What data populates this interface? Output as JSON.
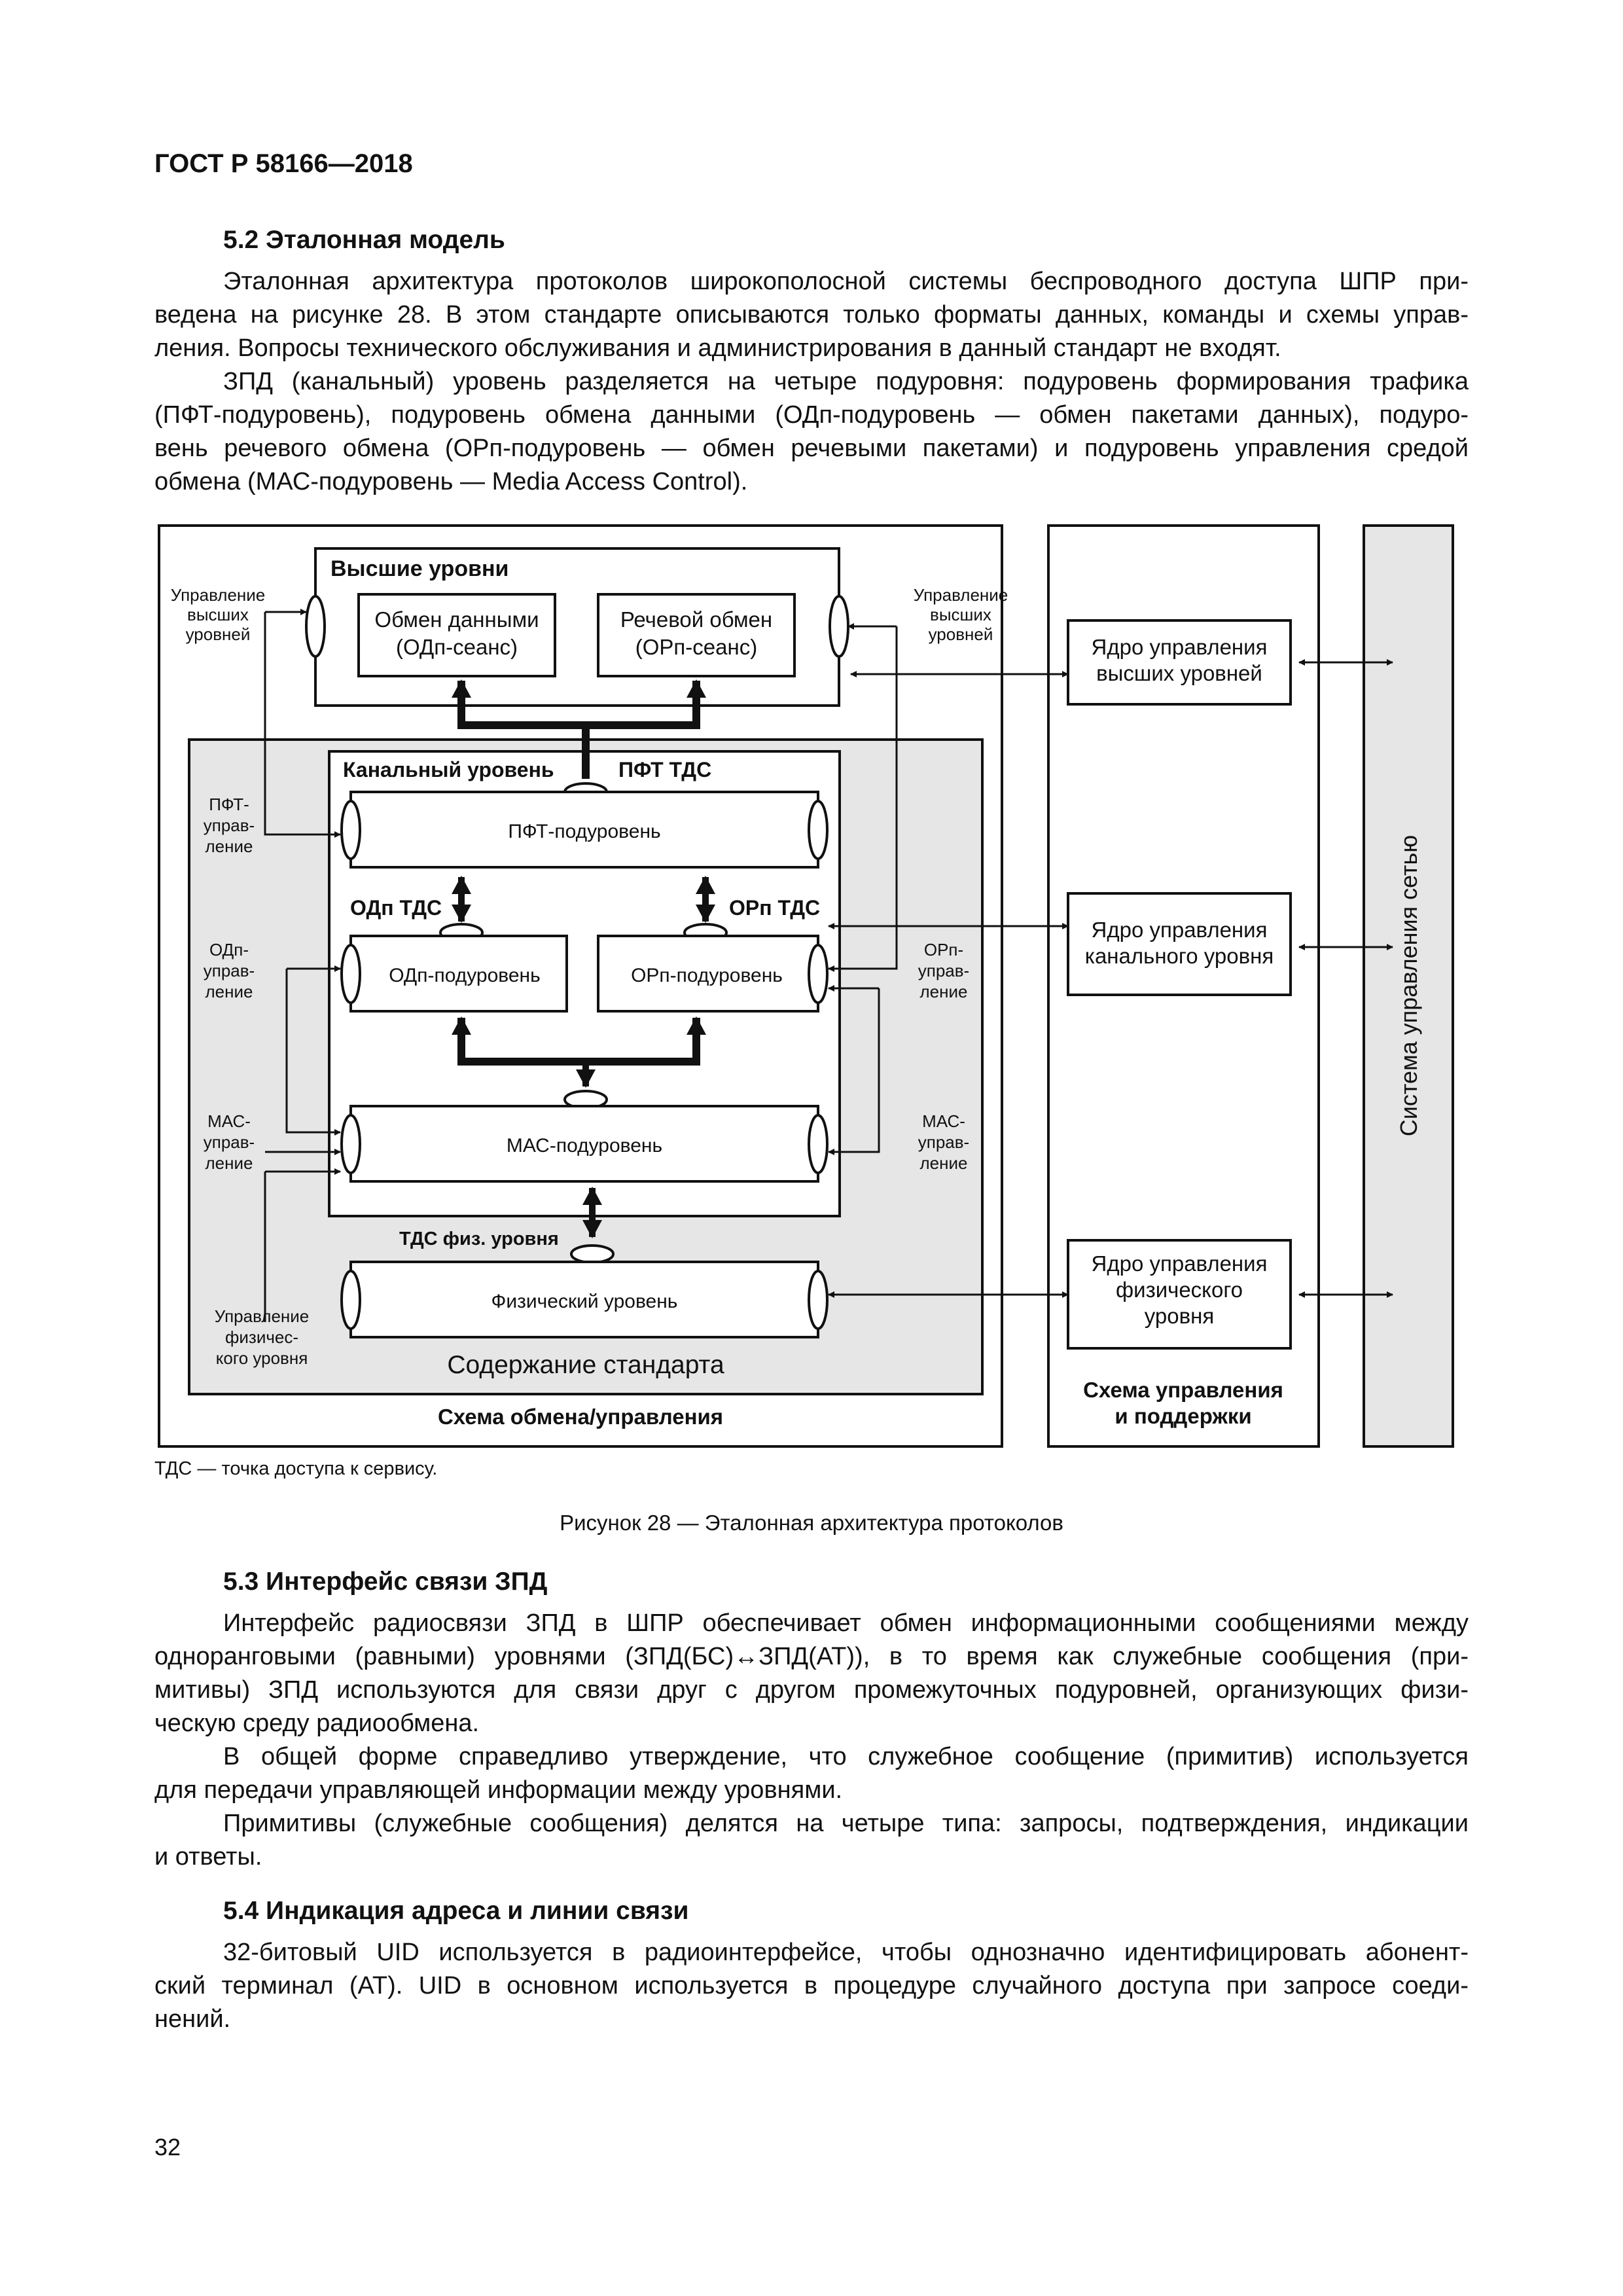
{
  "header": {
    "doc_code": "ГОСТ Р 58166—2018"
  },
  "sections": {
    "s52": {
      "heading": "5.2 Эталонная модель",
      "p1": [
        "Эталонная архитектура протоколов широкополосной системы беспроводного доступа ШПР при-",
        "ведена на рисунке 28. В этом стандарте описываются только форматы данных, команды и схемы управ-",
        "ления. Вопросы технического обслуживания и администрирования в данный стандарт не входят."
      ],
      "p2": [
        "ЗПД (канальный) уровень разделяется на четыре подуровня: подуровень формирования трафика",
        "(ПФТ-подуровень), подуровень обмена данными (ОДп-подуровень — обмен пакетами данных), подуро-",
        "вень речевого обмена (ОРп-подуровень — обмен речевыми пакетами) и подуровень управления средой",
        "обмена (МАС-подуровень — Media Access Control)."
      ]
    },
    "s53": {
      "heading": "5.3 Интерфейс связи ЗПД",
      "p1": [
        "Интерфейс радиосвязи ЗПД в ШПР обеспечивает обмен информационными сообщениями между",
        "одноранговыми (равными) уровнями (ЗПД(БС)↔ЗПД(АТ)), в то время как служебные сообщения (при-",
        "митивы) ЗПД используются для связи друг с другом промежуточных подуровней, организующих физи-",
        "ческую среду радиообмена."
      ],
      "p2": [
        "В общей форме справедливо утверждение, что служебное сообщение (примитив) используется",
        "для передачи управляющей информации между уровнями."
      ],
      "p3": [
        "Примитивы (служебные сообщения) делятся на четыре типа: запросы, подтверждения, индикации",
        "и ответы."
      ]
    },
    "s54": {
      "heading": "5.4 Индикация адреса и линии связи",
      "p1": [
        "32-битовый UID используется в радиоинтерфейсе, чтобы однозначно идентифицировать абонент-",
        "ский терминал (АТ). UID в основном используется в процедуре случайного доступа при запросе соеди-",
        "нений."
      ]
    }
  },
  "figure": {
    "upper_layers": "Высшие уровни",
    "data_exchange": [
      "Обмен данными",
      "(ОДп-сеанс)"
    ],
    "voice_exchange": [
      "Речевой обмен",
      "(ОРп-сеанс)"
    ],
    "upper_mgmt_left": [
      "Управление",
      "высших",
      "уровней"
    ],
    "upper_mgmt_right": [
      "Управление",
      "высших",
      "уровней"
    ],
    "link_layer": "Канальный уровень",
    "pft_sap": "ПФТ ТДС",
    "pft_sublayer": "ПФТ-подуровень",
    "pft_mgmt": [
      "ПФТ-",
      "управ-",
      "ление"
    ],
    "odp_sap": "ОДп ТДС",
    "orp_sap": "ОРп ТДС",
    "odp_sublayer": "ОДп-подуровень",
    "orp_sublayer": "ОРп-подуровень",
    "odp_mgmt": [
      "ОДп-",
      "управ-",
      "ление"
    ],
    "orp_mgmt": [
      "ОРп-",
      "управ-",
      "ление"
    ],
    "mac_sublayer": "МАС-подуровень",
    "mac_mgmt_left": [
      "МАС-",
      "управ-",
      "ление"
    ],
    "mac_mgmt_right": [
      "МАС-",
      "управ-",
      "ление"
    ],
    "phy_sap": "ТДС физ. уровня",
    "phy_layer": "Физический уровень",
    "phy_mgmt": [
      "Управление",
      "физичес-",
      "кого уровня"
    ],
    "standard_scope": "Содержание стандарта",
    "exchange_scheme": "Схема обмена/управления",
    "core_upper": [
      "Ядро управления",
      "высших уровней"
    ],
    "core_link": [
      "Ядро управления",
      "канального уровня"
    ],
    "core_phy": [
      "Ядро управления",
      "физического",
      "уровня"
    ],
    "mgmt_support": [
      "Схема управления",
      "и поддержки"
    ],
    "nms": "Система управления сетью"
  },
  "note": "ТДС — точка доступа к сервису.",
  "caption": "Рисунок 28 — Эталонная архитектура протоколов",
  "page_number": "32"
}
